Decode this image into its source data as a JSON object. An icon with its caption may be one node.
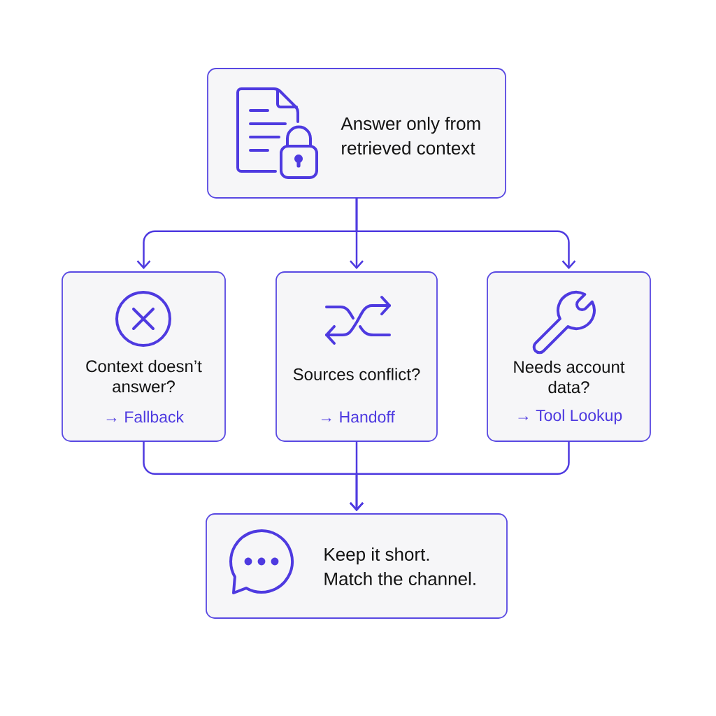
{
  "diagram": {
    "nodes": [
      {
        "text": [
          "Answer only from retrieved context"
        ]
      },
      {
        "text": [
          "Context doesn’t answer?",
          "→ Fallback"
        ]
      },
      {
        "text": [
          "Sources conflict?",
          "→ Handoff"
        ]
      },
      {
        "text": [
          "Needs account data?",
          "→ Tool Lookup"
        ]
      },
      {
        "text": [
          "Keep it short. Match the channel."
        ]
      }
    ],
    "edges": [
      {
        "from": 0,
        "to": 1,
        "arrow": "to"
      },
      {
        "from": 0,
        "to": 2,
        "arrow": "to"
      },
      {
        "from": 0,
        "to": 3,
        "arrow": "to"
      },
      {
        "from": 1,
        "to": 4,
        "arrow": "to"
      },
      {
        "from": 2,
        "to": 4,
        "arrow": "to"
      },
      {
        "from": 3,
        "to": 4,
        "arrow": "to"
      }
    ]
  }
}
